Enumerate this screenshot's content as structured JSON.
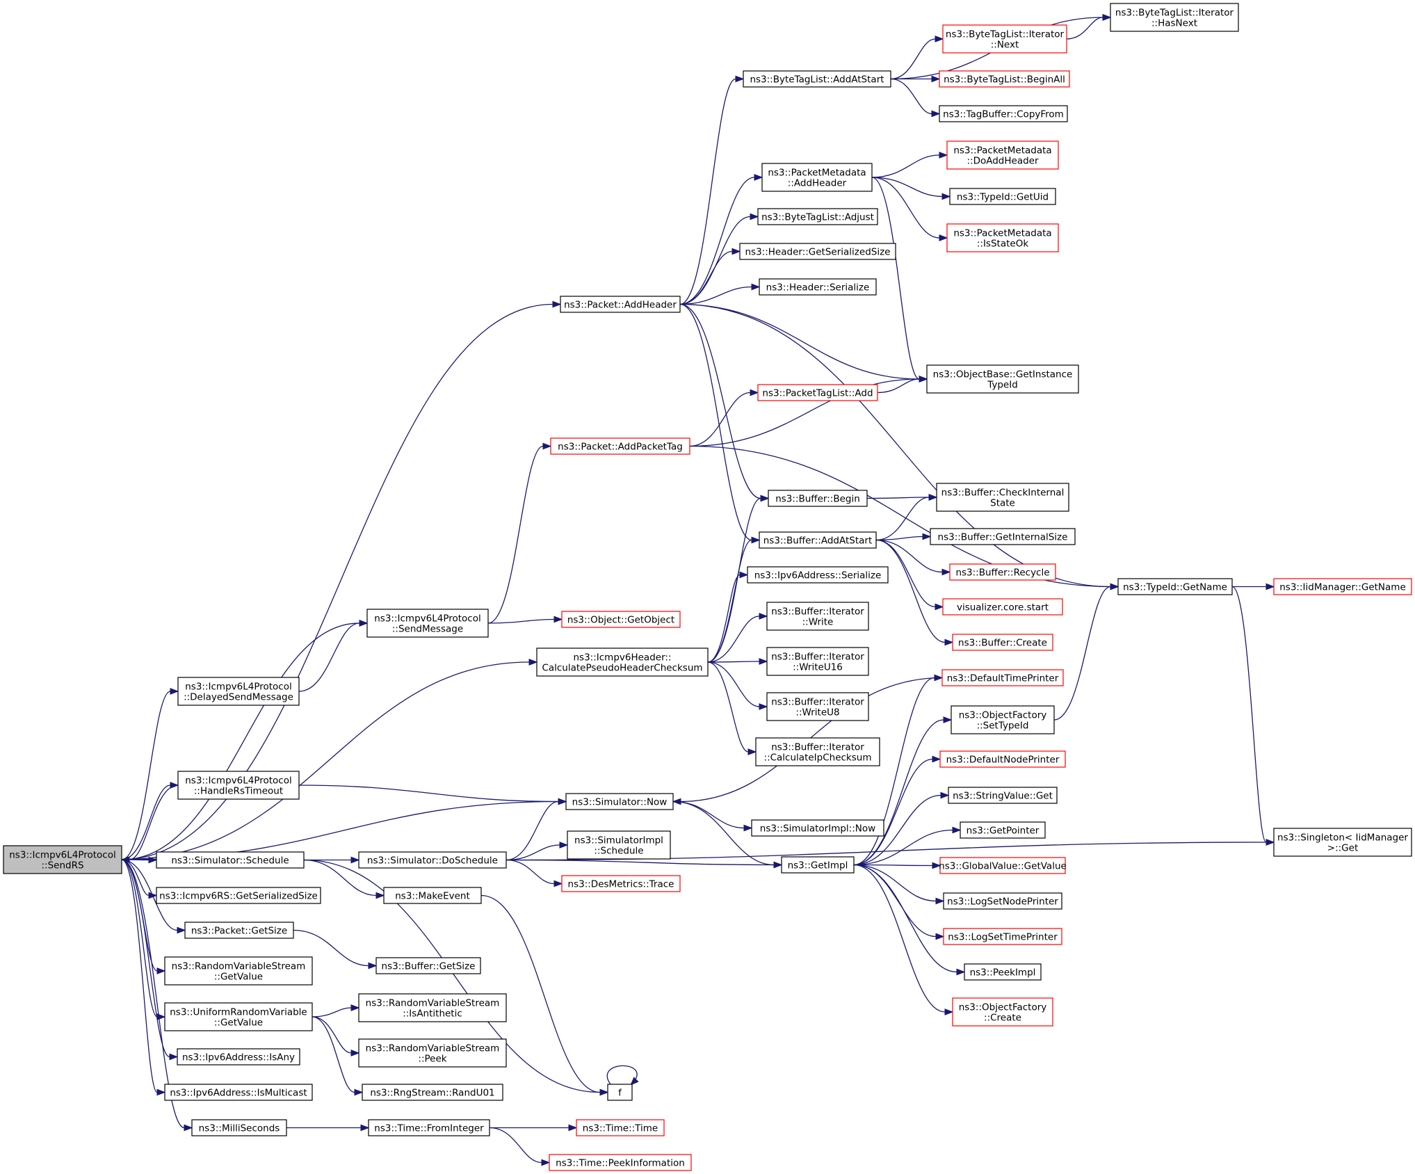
{
  "nodes": [
    {
      "id": "sendrs",
      "lines": [
        "ns3::Icmpv6L4Protocol",
        "::SendRS"
      ],
      "style": "root"
    },
    {
      "id": "hasnext",
      "lines": [
        "ns3::ByteTagList::Iterator",
        "::HasNext"
      ],
      "style": "black"
    },
    {
      "id": "next",
      "lines": [
        "ns3::ByteTagList::Iterator",
        "::Next"
      ],
      "style": "red"
    },
    {
      "id": "addatstart_btl",
      "lines": [
        "ns3::ByteTagList::AddAtStart"
      ],
      "style": "black"
    },
    {
      "id": "beginall",
      "lines": [
        "ns3::ByteTagList::BeginAll"
      ],
      "style": "red"
    },
    {
      "id": "copyfrom",
      "lines": [
        "ns3::TagBuffer::CopyFrom"
      ],
      "style": "black"
    },
    {
      "id": "pm_doaddheader",
      "lines": [
        "ns3::PacketMetadata",
        "::DoAddHeader"
      ],
      "style": "red"
    },
    {
      "id": "pm_addheader",
      "lines": [
        "ns3::PacketMetadata",
        "::AddHeader"
      ],
      "style": "black"
    },
    {
      "id": "getuid",
      "lines": [
        "ns3::TypeId::GetUid"
      ],
      "style": "black"
    },
    {
      "id": "btl_adjust",
      "lines": [
        "ns3::ByteTagList::Adjust"
      ],
      "style": "black"
    },
    {
      "id": "isstateok",
      "lines": [
        "ns3::PacketMetadata",
        "::IsStateOk"
      ],
      "style": "red"
    },
    {
      "id": "h_getsersize",
      "lines": [
        "ns3::Header::GetSerializedSize"
      ],
      "style": "black"
    },
    {
      "id": "h_serialize",
      "lines": [
        "ns3::Header::Serialize"
      ],
      "style": "black"
    },
    {
      "id": "p_addheader",
      "lines": [
        "ns3::Packet::AddHeader"
      ],
      "style": "black"
    },
    {
      "id": "getinstancetypeid",
      "lines": [
        "ns3::ObjectBase::GetInstance",
        "TypeId"
      ],
      "style": "black"
    },
    {
      "id": "ptl_add",
      "lines": [
        "ns3::PacketTagList::Add"
      ],
      "style": "red"
    },
    {
      "id": "p_addpackettag",
      "lines": [
        "ns3::Packet::AddPacketTag"
      ],
      "style": "red"
    },
    {
      "id": "b_begin",
      "lines": [
        "ns3::Buffer::Begin"
      ],
      "style": "black"
    },
    {
      "id": "b_checkinternal",
      "lines": [
        "ns3::Buffer::CheckInternal",
        "State"
      ],
      "style": "black"
    },
    {
      "id": "b_addatstart",
      "lines": [
        "ns3::Buffer::AddAtStart"
      ],
      "style": "black"
    },
    {
      "id": "b_getinternalsize",
      "lines": [
        "ns3::Buffer::GetInternalSize"
      ],
      "style": "black"
    },
    {
      "id": "typeid_getname",
      "lines": [
        "ns3::TypeId::GetName"
      ],
      "style": "black"
    },
    {
      "id": "iid_getname",
      "lines": [
        "ns3::IidManager::GetName"
      ],
      "style": "red"
    },
    {
      "id": "ipv6_serialize",
      "lines": [
        "ns3::Ipv6Address::Serialize"
      ],
      "style": "black"
    },
    {
      "id": "b_recycle",
      "lines": [
        "ns3::Buffer::Recycle"
      ],
      "style": "red"
    },
    {
      "id": "vis_start",
      "lines": [
        "visualizer.core.start"
      ],
      "style": "red"
    },
    {
      "id": "sendmessage",
      "lines": [
        "ns3::Icmpv6L4Protocol",
        "::SendMessage"
      ],
      "style": "black"
    },
    {
      "id": "getobject",
      "lines": [
        "ns3::Object::GetObject"
      ],
      "style": "red"
    },
    {
      "id": "bi_write",
      "lines": [
        "ns3::Buffer::Iterator",
        "::Write"
      ],
      "style": "black"
    },
    {
      "id": "b_create",
      "lines": [
        "ns3::Buffer::Create"
      ],
      "style": "red"
    },
    {
      "id": "calcpseudo",
      "lines": [
        "ns3::Icmpv6Header::",
        "CalculatePseudoHeaderChecksum"
      ],
      "style": "black"
    },
    {
      "id": "bi_writeu16",
      "lines": [
        "ns3::Buffer::Iterator",
        "::WriteU16"
      ],
      "style": "black"
    },
    {
      "id": "delayedsend",
      "lines": [
        "ns3::Icmpv6L4Protocol",
        "::DelayedSendMessage"
      ],
      "style": "black"
    },
    {
      "id": "defaulttimeprinter",
      "lines": [
        "ns3::DefaultTimePrinter"
      ],
      "style": "red"
    },
    {
      "id": "bi_writeu8",
      "lines": [
        "ns3::Buffer::Iterator",
        "::WriteU8"
      ],
      "style": "black"
    },
    {
      "id": "of_settypeid",
      "lines": [
        "ns3::ObjectFactory",
        "::SetTypeId"
      ],
      "style": "black"
    },
    {
      "id": "bi_calcip",
      "lines": [
        "ns3::Buffer::Iterator",
        "::CalculateIpChecksum"
      ],
      "style": "black"
    },
    {
      "id": "defaultnodeprinter",
      "lines": [
        "ns3::DefaultNodePrinter"
      ],
      "style": "red"
    },
    {
      "id": "handlerstimeout",
      "lines": [
        "ns3::Icmpv6L4Protocol",
        "::HandleRsTimeout"
      ],
      "style": "black"
    },
    {
      "id": "sim_now",
      "lines": [
        "ns3::Simulator::Now"
      ],
      "style": "black"
    },
    {
      "id": "stringvalue_get",
      "lines": [
        "ns3::StringValue::Get"
      ],
      "style": "black"
    },
    {
      "id": "simimpl_now",
      "lines": [
        "ns3::SimulatorImpl::Now"
      ],
      "style": "black"
    },
    {
      "id": "getpointer",
      "lines": [
        "ns3::GetPointer"
      ],
      "style": "black"
    },
    {
      "id": "singleton_get",
      "lines": [
        "ns3::Singleton< IidManager",
        " >::Get"
      ],
      "style": "black"
    },
    {
      "id": "simimpl_schedule",
      "lines": [
        "ns3::SimulatorImpl",
        "::Schedule"
      ],
      "style": "black"
    },
    {
      "id": "sim_schedule",
      "lines": [
        "ns3::Simulator::Schedule"
      ],
      "style": "black"
    },
    {
      "id": "sim_doschedule",
      "lines": [
        "ns3::Simulator::DoSchedule"
      ],
      "style": "black"
    },
    {
      "id": "getimpl",
      "lines": [
        "ns3::GetImpl"
      ],
      "style": "black"
    },
    {
      "id": "globalvalue_get",
      "lines": [
        "ns3::GlobalValue::GetValue"
      ],
      "style": "red"
    },
    {
      "id": "desmetrics_trace",
      "lines": [
        "ns3::DesMetrics::Trace"
      ],
      "style": "red"
    },
    {
      "id": "icmpv6rs_getsersize",
      "lines": [
        "ns3::Icmpv6RS::GetSerializedSize"
      ],
      "style": "black"
    },
    {
      "id": "makeevent",
      "lines": [
        "ns3::MakeEvent"
      ],
      "style": "black"
    },
    {
      "id": "logsetnodeprinter",
      "lines": [
        "ns3::LogSetNodePrinter"
      ],
      "style": "black"
    },
    {
      "id": "p_getsize",
      "lines": [
        "ns3::Packet::GetSize"
      ],
      "style": "black"
    },
    {
      "id": "logsettimeprinter",
      "lines": [
        "ns3::LogSetTimePrinter"
      ],
      "style": "red"
    },
    {
      "id": "b_getsize",
      "lines": [
        "ns3::Buffer::GetSize"
      ],
      "style": "black"
    },
    {
      "id": "rvs_getvalue",
      "lines": [
        "ns3::RandomVariableStream",
        "::GetValue"
      ],
      "style": "black"
    },
    {
      "id": "peekimpl",
      "lines": [
        "ns3::PeekImpl"
      ],
      "style": "black"
    },
    {
      "id": "rvs_isantithetic",
      "lines": [
        "ns3::RandomVariableStream",
        "::IsAntithetic"
      ],
      "style": "black"
    },
    {
      "id": "urv_getvalue",
      "lines": [
        "ns3::UniformRandomVariable",
        "::GetValue"
      ],
      "style": "black"
    },
    {
      "id": "of_create",
      "lines": [
        "ns3::ObjectFactory",
        "::Create"
      ],
      "style": "red"
    },
    {
      "id": "rvs_peek",
      "lines": [
        "ns3::RandomVariableStream",
        "::Peek"
      ],
      "style": "black"
    },
    {
      "id": "ipv6_isany",
      "lines": [
        "ns3::Ipv6Address::IsAny"
      ],
      "style": "black"
    },
    {
      "id": "f",
      "lines": [
        "f"
      ],
      "style": "black"
    },
    {
      "id": "ipv6_ismulticast",
      "lines": [
        "ns3::Ipv6Address::IsMulticast"
      ],
      "style": "black"
    },
    {
      "id": "randu01",
      "lines": [
        "ns3::RngStream::RandU01"
      ],
      "style": "black"
    },
    {
      "id": "milliseconds",
      "lines": [
        "ns3::MilliSeconds"
      ],
      "style": "black"
    },
    {
      "id": "time_frominteger",
      "lines": [
        "ns3::Time::FromInteger"
      ],
      "style": "black"
    },
    {
      "id": "time_time",
      "lines": [
        "ns3::Time::Time"
      ],
      "style": "red"
    },
    {
      "id": "time_peekinfo",
      "lines": [
        "ns3::Time::PeekInformation"
      ],
      "style": "red"
    }
  ],
  "edges": [
    [
      "sendrs",
      "p_addheader"
    ],
    [
      "sendrs",
      "sendmessage"
    ],
    [
      "sendrs",
      "delayedsend"
    ],
    [
      "sendrs",
      "calcpseudo"
    ],
    [
      "sendrs",
      "handlerstimeout"
    ],
    [
      "sendrs",
      "sim_now"
    ],
    [
      "sendrs",
      "sim_schedule"
    ],
    [
      "sendrs",
      "icmpv6rs_getsersize"
    ],
    [
      "sendrs",
      "p_getsize"
    ],
    [
      "sendrs",
      "rvs_getvalue"
    ],
    [
      "sendrs",
      "urv_getvalue"
    ],
    [
      "sendrs",
      "ipv6_isany"
    ],
    [
      "sendrs",
      "ipv6_ismulticast"
    ],
    [
      "sendrs",
      "milliseconds"
    ],
    [
      "p_addheader",
      "addatstart_btl"
    ],
    [
      "p_addheader",
      "pm_addheader"
    ],
    [
      "p_addheader",
      "btl_adjust"
    ],
    [
      "p_addheader",
      "h_getsersize"
    ],
    [
      "p_addheader",
      "h_serialize"
    ],
    [
      "p_addheader",
      "typeid_getname"
    ],
    [
      "p_addheader",
      "getinstancetypeid"
    ],
    [
      "p_addheader",
      "b_begin"
    ],
    [
      "p_addheader",
      "b_addatstart"
    ],
    [
      "addatstart_btl",
      "hasnext"
    ],
    [
      "addatstart_btl",
      "next"
    ],
    [
      "addatstart_btl",
      "beginall"
    ],
    [
      "addatstart_btl",
      "copyfrom"
    ],
    [
      "next",
      "hasnext"
    ],
    [
      "pm_addheader",
      "pm_doaddheader"
    ],
    [
      "pm_addheader",
      "getuid"
    ],
    [
      "pm_addheader",
      "isstateok"
    ],
    [
      "pm_addheader",
      "getinstancetypeid"
    ],
    [
      "p_addpackettag",
      "ptl_add"
    ],
    [
      "p_addpackettag",
      "getinstancetypeid"
    ],
    [
      "p_addpackettag",
      "typeid_getname"
    ],
    [
      "ptl_add",
      "getinstancetypeid"
    ],
    [
      "b_begin",
      "b_checkinternal"
    ],
    [
      "b_addatstart",
      "b_checkinternal"
    ],
    [
      "b_addatstart",
      "b_getinternalsize"
    ],
    [
      "b_addatstart",
      "b_recycle"
    ],
    [
      "b_addatstart",
      "vis_start"
    ],
    [
      "b_addatstart",
      "b_create"
    ],
    [
      "typeid_getname",
      "iid_getname"
    ],
    [
      "typeid_getname",
      "singleton_get"
    ],
    [
      "sendmessage",
      "p_addpackettag"
    ],
    [
      "sendmessage",
      "getobject"
    ],
    [
      "delayedsend",
      "sendmessage"
    ],
    [
      "calcpseudo",
      "b_begin"
    ],
    [
      "calcpseudo",
      "b_addatstart"
    ],
    [
      "calcpseudo",
      "ipv6_serialize"
    ],
    [
      "calcpseudo",
      "bi_write"
    ],
    [
      "calcpseudo",
      "bi_writeu16"
    ],
    [
      "calcpseudo",
      "bi_writeu8"
    ],
    [
      "calcpseudo",
      "bi_calcip"
    ],
    [
      "handlerstimeout",
      "sendrs"
    ],
    [
      "handlerstimeout",
      "sim_now"
    ],
    [
      "sim_now",
      "simimpl_now"
    ],
    [
      "sim_now",
      "getimpl"
    ],
    [
      "defaulttimeprinter",
      "sim_now"
    ],
    [
      "of_settypeid",
      "typeid_getname"
    ],
    [
      "sim_schedule",
      "sim_doschedule"
    ],
    [
      "sim_schedule",
      "makeevent"
    ],
    [
      "sim_schedule",
      "f"
    ],
    [
      "sim_doschedule",
      "sim_now"
    ],
    [
      "sim_doschedule",
      "simimpl_schedule"
    ],
    [
      "sim_doschedule",
      "desmetrics_trace"
    ],
    [
      "sim_doschedule",
      "getimpl"
    ],
    [
      "sim_doschedule",
      "singleton_get"
    ],
    [
      "makeevent",
      "f"
    ],
    [
      "f",
      "f"
    ],
    [
      "getimpl",
      "defaulttimeprinter"
    ],
    [
      "getimpl",
      "of_settypeid"
    ],
    [
      "getimpl",
      "defaultnodeprinter"
    ],
    [
      "getimpl",
      "stringvalue_get"
    ],
    [
      "getimpl",
      "getpointer"
    ],
    [
      "getimpl",
      "globalvalue_get"
    ],
    [
      "getimpl",
      "logsetnodeprinter"
    ],
    [
      "getimpl",
      "logsettimeprinter"
    ],
    [
      "getimpl",
      "peekimpl"
    ],
    [
      "getimpl",
      "of_create"
    ],
    [
      "p_getsize",
      "b_getsize"
    ],
    [
      "urv_getvalue",
      "rvs_isantithetic"
    ],
    [
      "urv_getvalue",
      "rvs_peek"
    ],
    [
      "urv_getvalue",
      "randu01"
    ],
    [
      "milliseconds",
      "time_frominteger"
    ],
    [
      "time_frominteger",
      "time_time"
    ],
    [
      "time_frominteger",
      "time_peekinfo"
    ]
  ],
  "colors": {
    "edge": "#191970",
    "node_border": "#000000",
    "node_border_red": "#ff0000",
    "root_fill": "#bfbfbf"
  }
}
